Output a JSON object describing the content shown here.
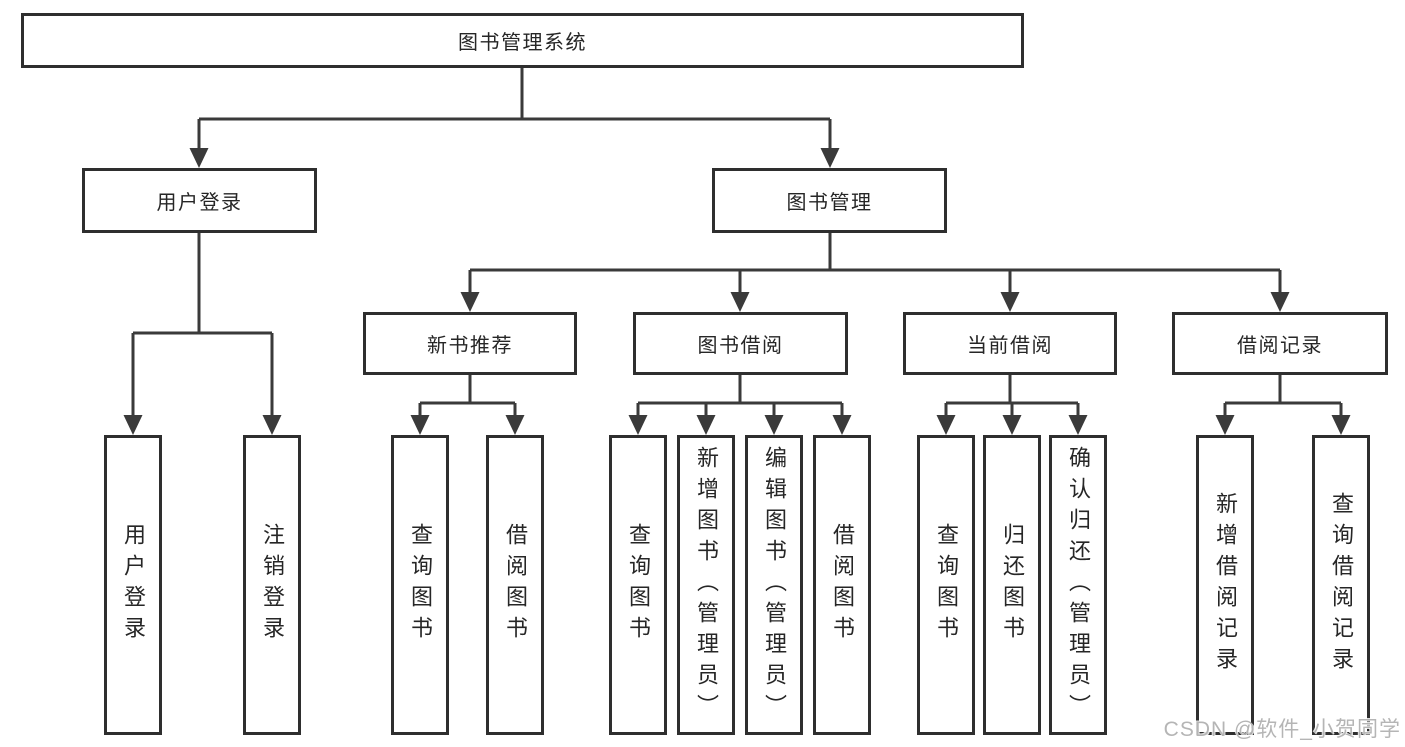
{
  "tree": {
    "root": {
      "label": "图书管理系统",
      "children": [
        {
          "label": "用户登录",
          "children": [
            {
              "label": "用户登录"
            },
            {
              "label": "注销登录"
            }
          ]
        },
        {
          "label": "图书管理",
          "children": [
            {
              "label": "新书推荐",
              "children": [
                {
                  "label": "查询图书"
                },
                {
                  "label": "借阅图书"
                }
              ]
            },
            {
              "label": "图书借阅",
              "children": [
                {
                  "label": "查询图书"
                },
                {
                  "label": "新增图书（管理员）"
                },
                {
                  "label": "编辑图书（管理员）"
                },
                {
                  "label": "借阅图书"
                }
              ]
            },
            {
              "label": "当前借阅",
              "children": [
                {
                  "label": "查询图书"
                },
                {
                  "label": "归还图书"
                },
                {
                  "label": "确认归还（管理员）"
                }
              ]
            },
            {
              "label": "借阅记录",
              "children": [
                {
                  "label": "新增借阅记录"
                },
                {
                  "label": "查询借阅记录"
                }
              ]
            }
          ]
        }
      ]
    }
  },
  "watermark": {
    "text": "CSDN @软件_小贺同学"
  },
  "colors": {
    "line": "#3a3a3a",
    "border": "#2e2e2e",
    "text": "#262626",
    "background": "#ffffff",
    "watermark": "#b5b5b5"
  }
}
